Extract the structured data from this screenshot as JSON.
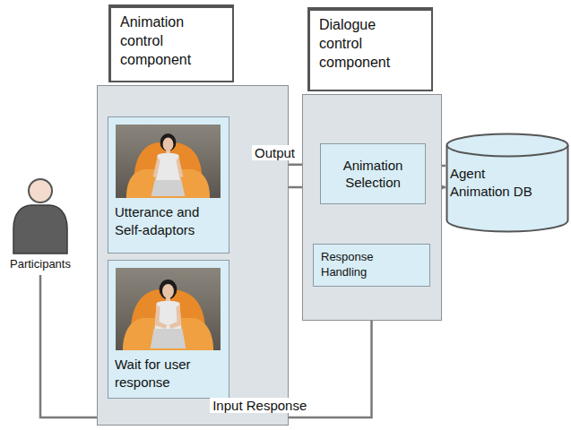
{
  "diagram": {
    "nodes": [
      {
        "text": [
          "Animation control component"
        ]
      },
      {
        "text": [
          "Utterance and Self-adaptors"
        ],
        "in": 0
      },
      {
        "text": [
          "Wait for user response"
        ],
        "in": 0
      },
      {
        "text": [
          "Dialogue control component"
        ]
      },
      {
        "text": [
          "Animation Selection"
        ],
        "in": 3
      },
      {
        "text": [
          "Response Handling"
        ],
        "in": 3
      },
      {
        "text": [
          "Agent Animation DB"
        ]
      },
      {
        "text": [
          "Participants"
        ]
      }
    ],
    "edges": [
      {
        "from": 4,
        "to": 1,
        "arrow": "to",
        "label": "Output"
      },
      {
        "from": 4,
        "to": 2,
        "arrow": "to"
      },
      {
        "from": 6,
        "to": 4,
        "arrow": "to"
      },
      {
        "from": 4,
        "to": 6,
        "arrow": "to"
      },
      {
        "from": 5,
        "to": 4,
        "arrow": "to"
      },
      {
        "from": 7,
        "to": 5,
        "arrow": "to",
        "label": "Input Response"
      }
    ]
  }
}
